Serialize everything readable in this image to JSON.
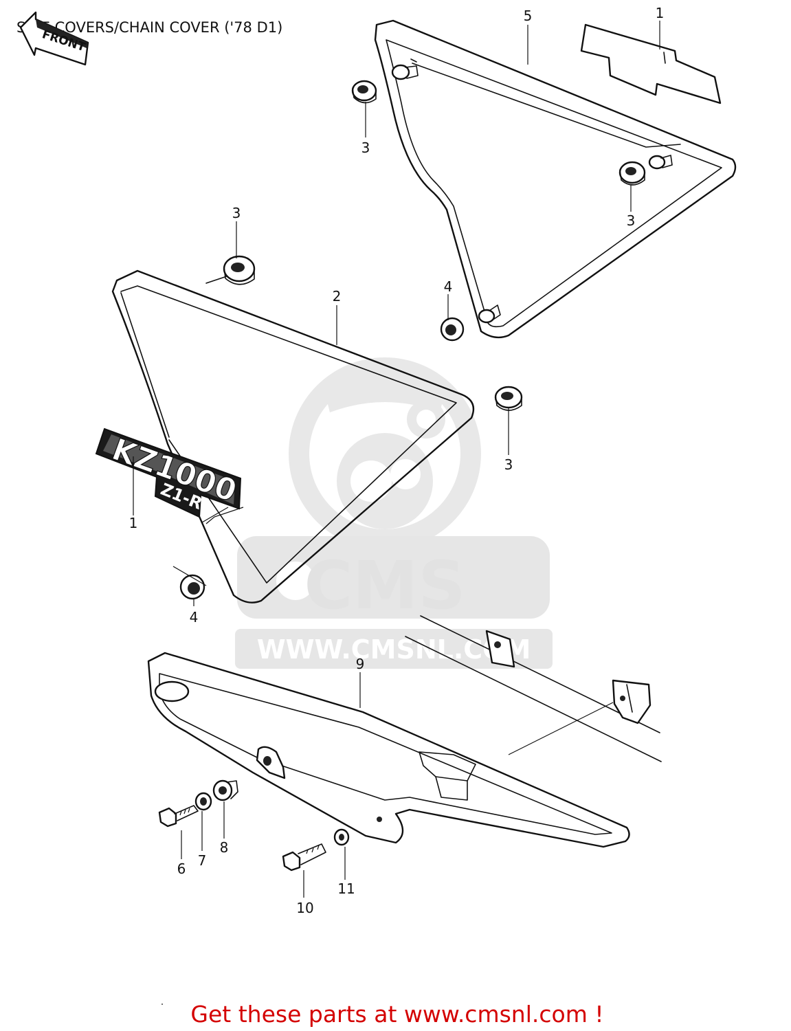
{
  "title": "SIDE COVERS/CHAIN COVER ('78 D1)",
  "front_arrow_label": "FRONT",
  "emblem": {
    "main": "KZ1000",
    "sub": "Z1-R"
  },
  "watermark": {
    "brand": "CMS",
    "url": "WWW.CMSNL.COM"
  },
  "callouts": {
    "c1_top": "1",
    "c5": "5",
    "c3_upper_left": "3",
    "c3_upper_right": "3",
    "c3_middle": "3",
    "c2": "2",
    "c4_upper": "4",
    "c3_right": "3",
    "c1_emblem": "1",
    "c4_lower": "4",
    "c9": "9",
    "c6": "6",
    "c7": "7",
    "c8": "8",
    "c10": "10",
    "c11": "11"
  },
  "footer": "Get these parts at www.cmsnl.com !"
}
